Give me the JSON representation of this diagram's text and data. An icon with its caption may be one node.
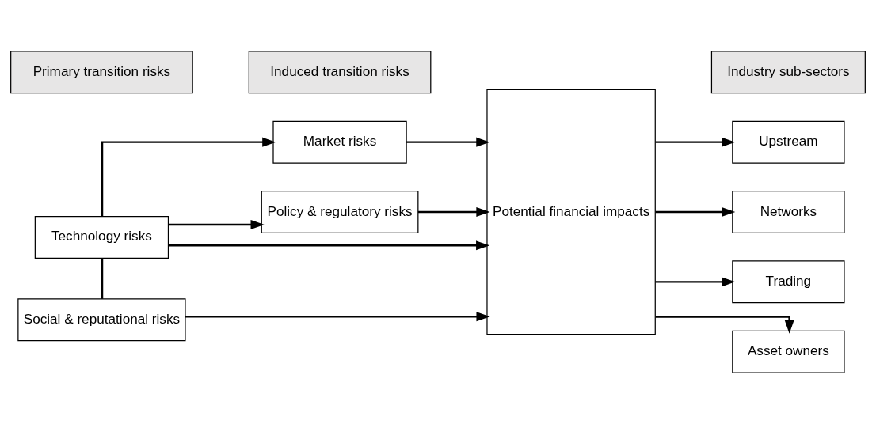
{
  "diagram": {
    "nodes": [
      {
        "text": [
          "Primary transition risks"
        ]
      },
      {
        "text": [
          "Induced transition risks"
        ]
      },
      {
        "text": [
          "Industry sub-sectors"
        ]
      },
      {
        "text": [
          "Technology risks"
        ]
      },
      {
        "text": [
          "Market risks"
        ]
      },
      {
        "text": [
          "Policy & regulatory risks"
        ]
      },
      {
        "text": [
          "Social & reputational risks"
        ]
      },
      {
        "text": [
          "Potential financial impacts"
        ]
      },
      {
        "text": [
          "Upstream"
        ]
      },
      {
        "text": [
          "Networks"
        ]
      },
      {
        "text": [
          "Trading"
        ]
      },
      {
        "text": [
          "Asset owners"
        ]
      }
    ],
    "edges": [
      {
        "from": 3,
        "to": 7,
        "arrow": "to"
      },
      {
        "from": 3,
        "to": 6,
        "arrow": "none"
      },
      {
        "from": 3,
        "to": 4,
        "arrow": "to"
      },
      {
        "from": 3,
        "to": 5,
        "arrow": "to"
      },
      {
        "from": 4,
        "to": 7,
        "arrow": "to"
      },
      {
        "from": 5,
        "to": 7,
        "arrow": "to"
      },
      {
        "from": 6,
        "to": 7,
        "arrow": "to"
      },
      {
        "from": 7,
        "to": 8,
        "arrow": "to"
      },
      {
        "from": 7,
        "to": 9,
        "arrow": "to"
      },
      {
        "from": 7,
        "to": 10,
        "arrow": "to"
      },
      {
        "from": 7,
        "to": 11,
        "arrow": "to"
      }
    ]
  }
}
